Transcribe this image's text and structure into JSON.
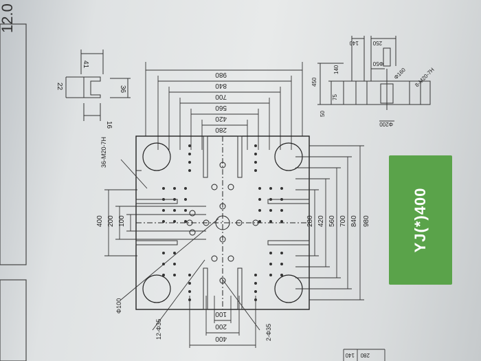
{
  "page": {
    "number": "12.0"
  },
  "banner": {
    "title": "YJ(*)400",
    "color": "#5aa34a"
  },
  "top_dims": [
    "980",
    "840",
    "700",
    "560",
    "420",
    "280"
  ],
  "right_dims": [
    "280",
    "420",
    "560",
    "700",
    "840",
    "980"
  ],
  "left_dims": [
    "400",
    "200",
    "100"
  ],
  "bottom_dims": [
    "100",
    "200",
    "400"
  ],
  "callouts": {
    "threaded_holes": "36-M20-7H",
    "center_hole": "Φ100",
    "pin_holes_12": "12-Φ35",
    "pin_holes_2": "2-Φ35"
  },
  "slot_section": {
    "top": "41",
    "left": "22",
    "right": "36",
    "bottom": "16"
  },
  "ejector_detail": {
    "d1": "250",
    "d2": "140",
    "d3": "140",
    "d4": "450",
    "d5": "75",
    "d6": "50",
    "d7": "Φ200",
    "d8": "Φ50",
    "thread": "8-M20-7H",
    "d9": "Φ160"
  },
  "next_page": {
    "d1": "280",
    "d2": "140"
  }
}
